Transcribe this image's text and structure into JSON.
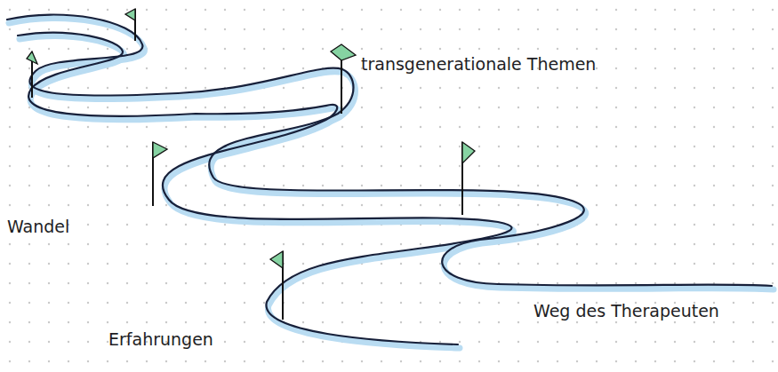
{
  "diagram": {
    "labels": [
      "transgenerationale Themen",
      "Wandel",
      "Erfahrungen",
      "Weg des Therapeuten"
    ]
  }
}
